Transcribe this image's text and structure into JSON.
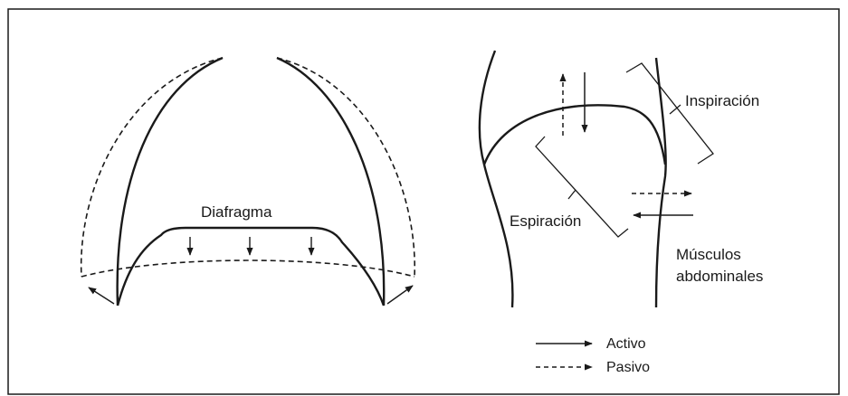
{
  "labels": {
    "diafragma": "Diafragma",
    "inspiracion": "Inspiración",
    "espiracion": "Espiración",
    "musculos_line1": "Músculos",
    "musculos_line2": "abdominales"
  },
  "legend": {
    "activo": "Activo",
    "pasivo": "Pasivo"
  },
  "colors": {
    "line": "#1a1a1a",
    "background": "#ffffff"
  }
}
